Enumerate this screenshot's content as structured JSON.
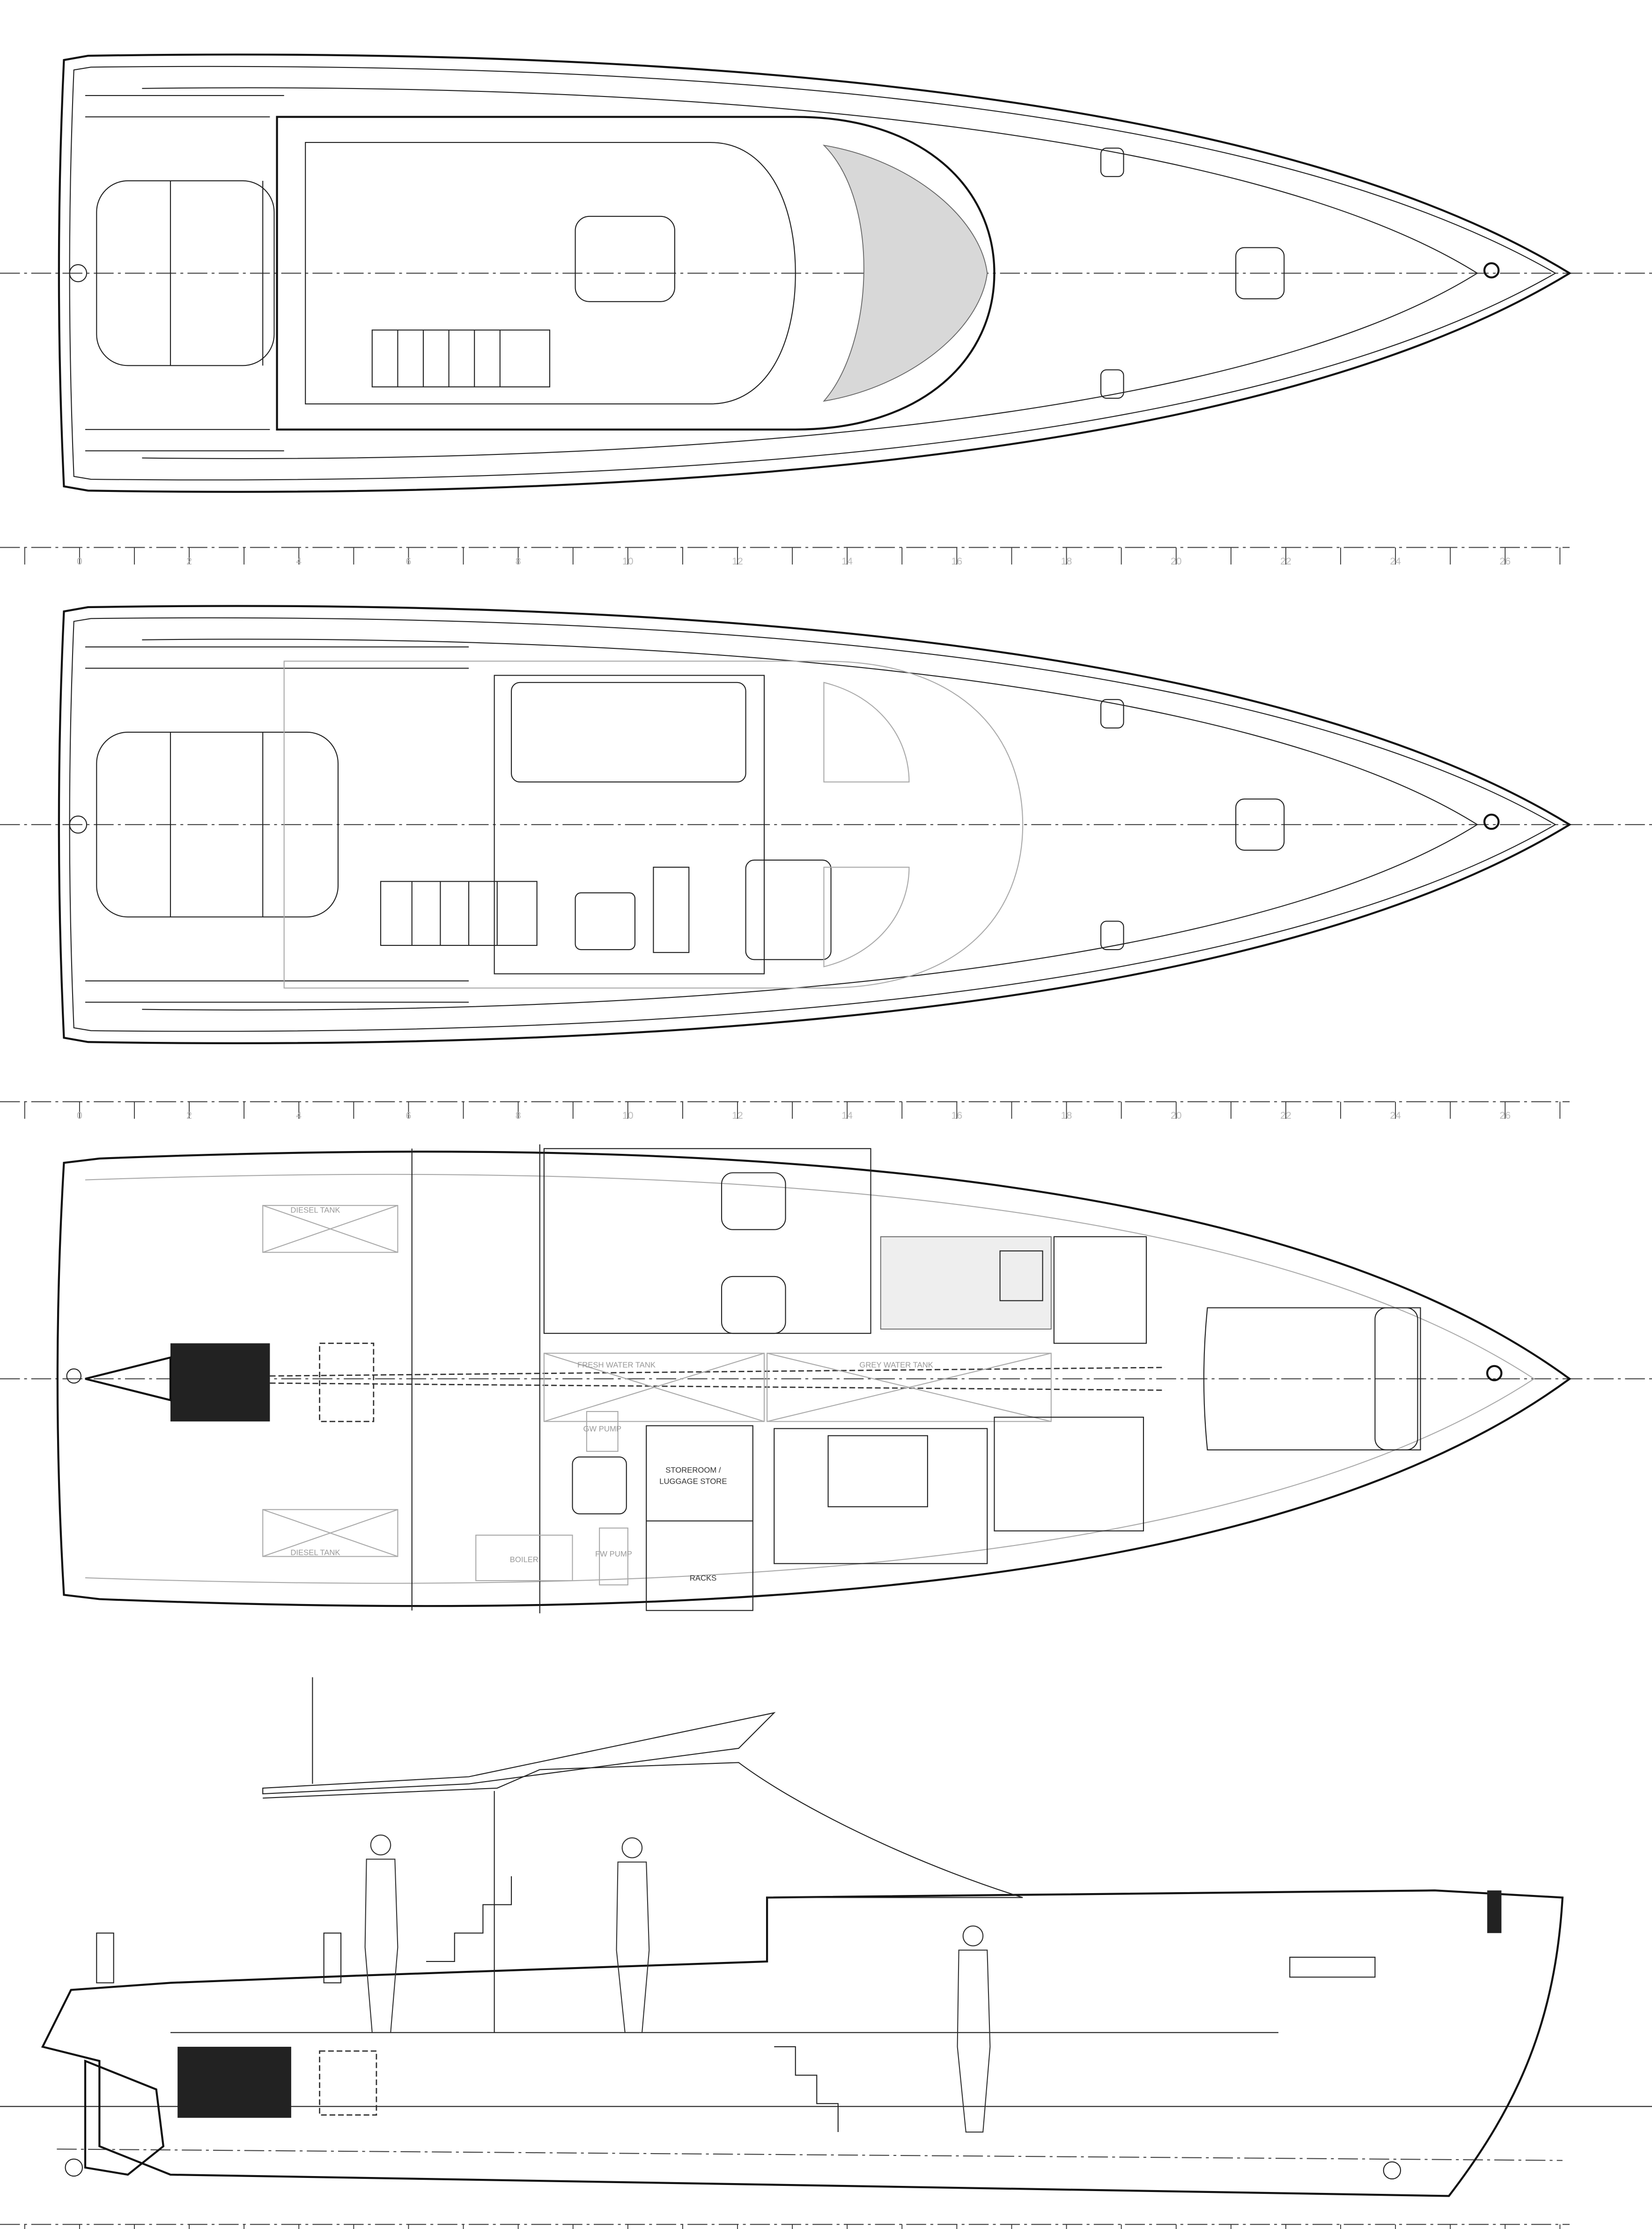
{
  "drawing": {
    "title": "General arrangement - motor yacht plans and profile",
    "ruler_labels": [
      "0",
      "2",
      "4",
      "6",
      "8",
      "10",
      "12",
      "14",
      "16",
      "18",
      "20",
      "22",
      "24",
      "26"
    ]
  },
  "lower_deck": {
    "diesel_tank_port": "DIESEL TANK",
    "diesel_tank_stbd": "DIESEL TANK",
    "fresh_water_tank": "FRESH WATER TANK",
    "grey_water_tank": "GREY WATER TANK",
    "gw_pump": "GW PUMP",
    "fw_pump": "FW PUMP",
    "boiler": "BOILER",
    "storeroom_line1": "STOREROOM /",
    "storeroom_line2": "LUGGAGE STORE",
    "racks": "RACKS"
  }
}
